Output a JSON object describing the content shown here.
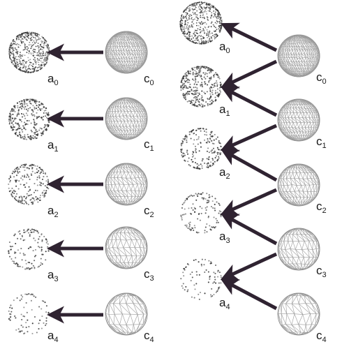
{
  "colors": {
    "arrow": "#2f2331",
    "mesh": "#9a9a9a",
    "points": "#333333",
    "label": "#1a1a1a"
  },
  "left_panel": {
    "levels": [
      {
        "a_label": "a",
        "a_sub": "0",
        "c_label": "c",
        "c_sub": "0",
        "mesh_density": 4,
        "point_density": 1.0
      },
      {
        "a_label": "a",
        "a_sub": "1",
        "c_label": "c",
        "c_sub": "1",
        "mesh_density": 3,
        "point_density": 0.55
      },
      {
        "a_label": "a",
        "a_sub": "2",
        "c_label": "c",
        "c_sub": "2",
        "mesh_density": 2,
        "point_density": 0.32
      },
      {
        "a_label": "a",
        "a_sub": "3",
        "c_label": "c",
        "c_sub": "3",
        "mesh_density": 1,
        "point_density": 0.2
      },
      {
        "a_label": "a",
        "a_sub": "4",
        "c_label": "c",
        "c_sub": "4",
        "mesh_density": 0,
        "point_density": 0.12
      }
    ]
  },
  "right_panel": {
    "levels": [
      {
        "a_label": "a",
        "a_sub": "0",
        "c_label": "c",
        "c_sub": "0",
        "mesh_density": 4,
        "point_density": 1.0
      },
      {
        "a_label": "a",
        "a_sub": "1",
        "c_label": "c",
        "c_sub": "1",
        "mesh_density": 3,
        "point_density": 0.55
      },
      {
        "a_label": "a",
        "a_sub": "2",
        "c_label": "c",
        "c_sub": "2",
        "mesh_density": 2,
        "point_density": 0.32
      },
      {
        "a_label": "a",
        "a_sub": "3",
        "c_label": "c",
        "c_sub": "3",
        "mesh_density": 1,
        "point_density": 0.2
      },
      {
        "a_label": "a",
        "a_sub": "4",
        "c_label": "c",
        "c_sub": "4",
        "mesh_density": 0,
        "point_density": 0.12
      }
    ]
  }
}
